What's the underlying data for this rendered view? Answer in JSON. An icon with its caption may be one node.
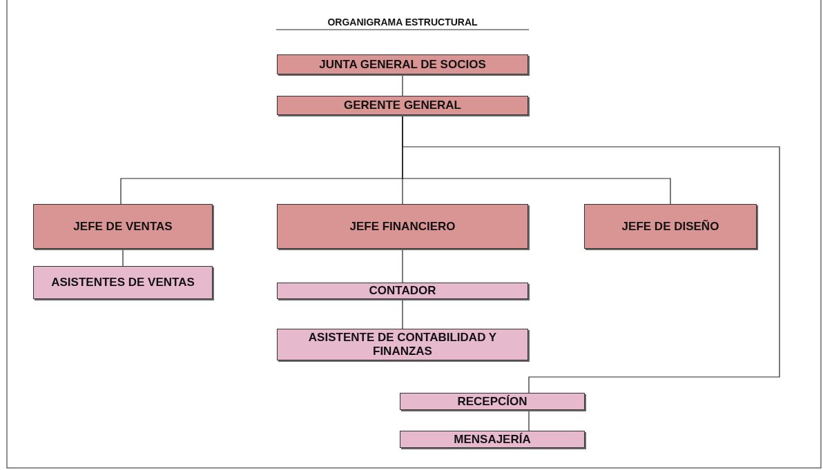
{
  "diagram": {
    "title": "ORGANIGRAMA ESTRUCTURAL",
    "nodes": [
      {
        "text": [
          "JUNTA GENERAL DE SOCIOS"
        ]
      },
      {
        "text": [
          "GERENTE GENERAL"
        ]
      },
      {
        "text": [
          "JEFE DE VENTAS"
        ]
      },
      {
        "text": [
          "JEFE FINANCIERO"
        ]
      },
      {
        "text": [
          "JEFE DE DISEÑO"
        ]
      },
      {
        "text": [
          "ASISTENTES DE VENTAS"
        ]
      },
      {
        "text": [
          "CONTADOR"
        ]
      },
      {
        "text": [
          "ASISTENTE DE CONTABILIDAD Y FINANZAS"
        ]
      },
      {
        "text": [
          "RECEPCÍON"
        ]
      },
      {
        "text": [
          "MENSAJERÍA"
        ]
      }
    ],
    "edges": [
      {
        "from": 0,
        "to": 1,
        "arrow": "none"
      },
      {
        "from": 1,
        "to": 2,
        "arrow": "none"
      },
      {
        "from": 1,
        "to": 3,
        "arrow": "none"
      },
      {
        "from": 1,
        "to": 4,
        "arrow": "none"
      },
      {
        "from": 1,
        "to": 8,
        "arrow": "none"
      },
      {
        "from": 2,
        "to": 5,
        "arrow": "none"
      },
      {
        "from": 3,
        "to": 6,
        "arrow": "none"
      },
      {
        "from": 6,
        "to": 7,
        "arrow": "none"
      },
      {
        "from": 8,
        "to": 9,
        "arrow": "none"
      }
    ]
  }
}
